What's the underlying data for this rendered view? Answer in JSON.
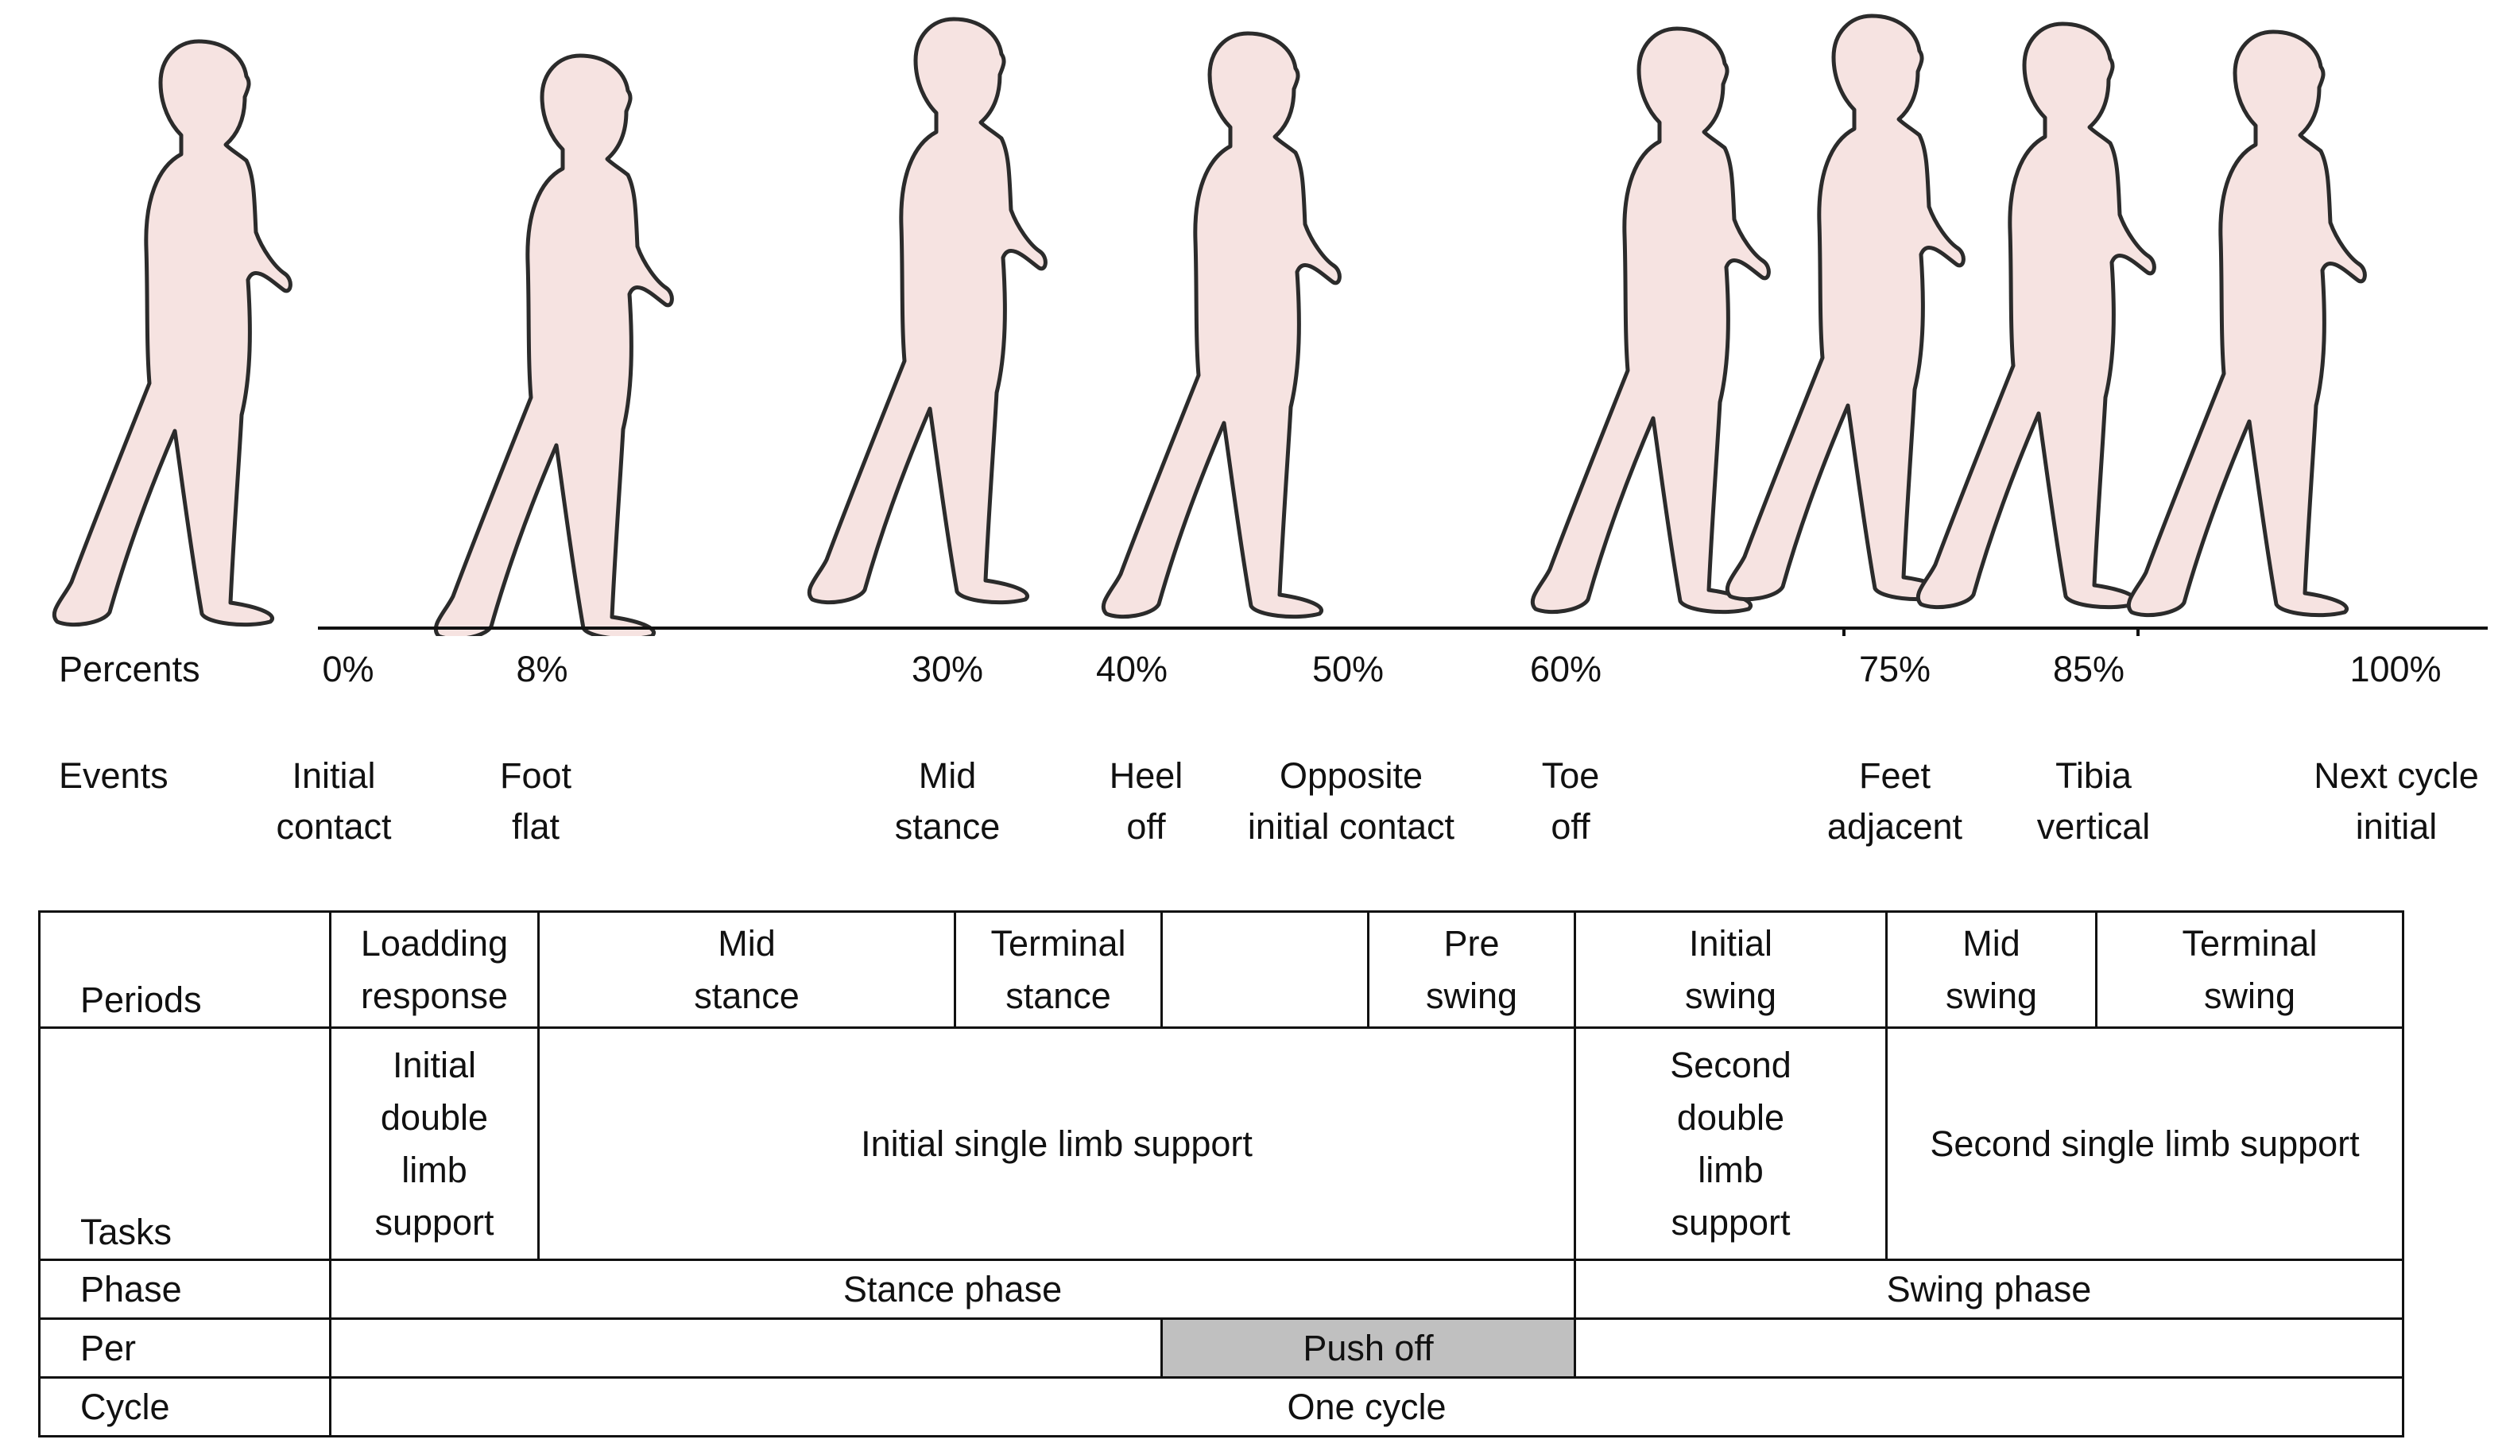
{
  "row_headers": {
    "percents": "Percents",
    "events": "Events"
  },
  "events": [
    {
      "percent": "0%",
      "line1": "Initial",
      "line2": "contact"
    },
    {
      "percent": "8%",
      "line1": "Foot",
      "line2": "flat"
    },
    {
      "percent": "30%",
      "line1": "Mid",
      "line2": "stance"
    },
    {
      "percent": "40%",
      "line1": "Heel",
      "line2": "off"
    },
    {
      "percent": "50%",
      "line1": "Opposite",
      "line2": "initial contact"
    },
    {
      "percent": "60%",
      "line1": "Toe",
      "line2": "off"
    },
    {
      "percent": "75%",
      "line1": "Feet",
      "line2": "adjacent"
    },
    {
      "percent": "85%",
      "line1": "Tibia",
      "line2": "vertical"
    },
    {
      "percent": "100%",
      "line1": "Next cycle",
      "line2": "initial"
    }
  ],
  "table": {
    "periods": {
      "header": "Periods",
      "loading_response": [
        "Loadding",
        "response"
      ],
      "mid_stance": [
        "Mid",
        "stance"
      ],
      "terminal_stance": [
        "Terminal",
        "stance"
      ],
      "pre_swing": [
        "Pre",
        "swing"
      ],
      "initial_swing": [
        "Initial",
        "swing"
      ],
      "mid_swing": [
        "Mid",
        "swing"
      ],
      "terminal_swing": [
        "Terminal",
        "swing"
      ]
    },
    "tasks": {
      "header": "Tasks",
      "initial_double": [
        "Initial",
        "double",
        "limb",
        "support"
      ],
      "initial_single": "Initial single limb support",
      "second_double": [
        "Second",
        "double",
        "limb",
        "support"
      ],
      "second_single": "Second single limb  support"
    },
    "phase": {
      "header": "Phase",
      "stance": "Stance phase",
      "swing": "Swing phase"
    },
    "per": {
      "header": "Per",
      "push_off": "Push off"
    },
    "cycle": {
      "header": "Cycle",
      "one": "One cycle"
    }
  },
  "colors": {
    "figure_fill": "#f6e3e1",
    "figure_stroke": "#2b2b2b",
    "shade": "#c0c0c0"
  }
}
